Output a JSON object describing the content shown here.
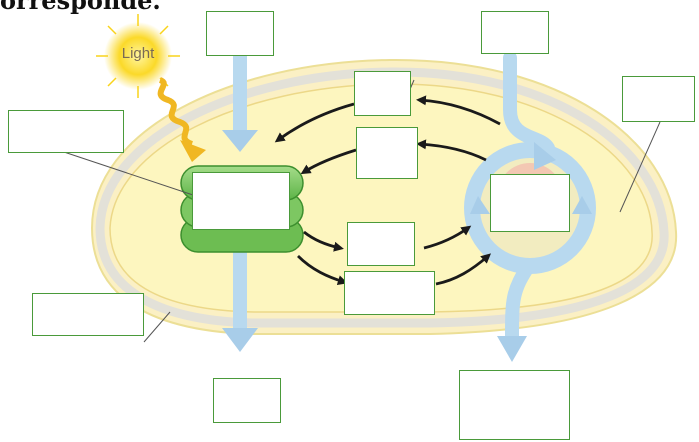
{
  "header": {
    "text": "orresponde."
  },
  "diagram": {
    "light_label": "Light",
    "colors": {
      "cell_fill": "#fdf4b9",
      "cell_outline": "#e9e4ad",
      "membrane": "#e7e5dc",
      "thylakoid": "#7dc762",
      "thylakoid_dark": "#3d8f2e",
      "arrow_blue": "#b8d9ef",
      "arrow_blue_outline": "#9fc7e3",
      "cycle_center": "#f3c8b3",
      "light_sun": "#f9d31a",
      "light_wave": "#f0b722",
      "box_border": "#4a9a3a",
      "black_arrow": "#1a1a1a"
    },
    "answer_boxes": [
      {
        "id": 1,
        "text": ""
      },
      {
        "id": 2,
        "text": ""
      },
      {
        "id": 3,
        "text": ""
      },
      {
        "id": 4,
        "text": ""
      },
      {
        "id": 5,
        "text": ""
      },
      {
        "id": 6,
        "text": ""
      },
      {
        "id": 7,
        "text": ""
      },
      {
        "id": 8,
        "text": ""
      },
      {
        "id": 9,
        "text": ""
      },
      {
        "id": 10,
        "text": ""
      },
      {
        "id": 11,
        "text": ""
      },
      {
        "id": 12,
        "text": ""
      },
      {
        "id": 13,
        "text": ""
      },
      {
        "id": 14,
        "text": ""
      }
    ]
  }
}
